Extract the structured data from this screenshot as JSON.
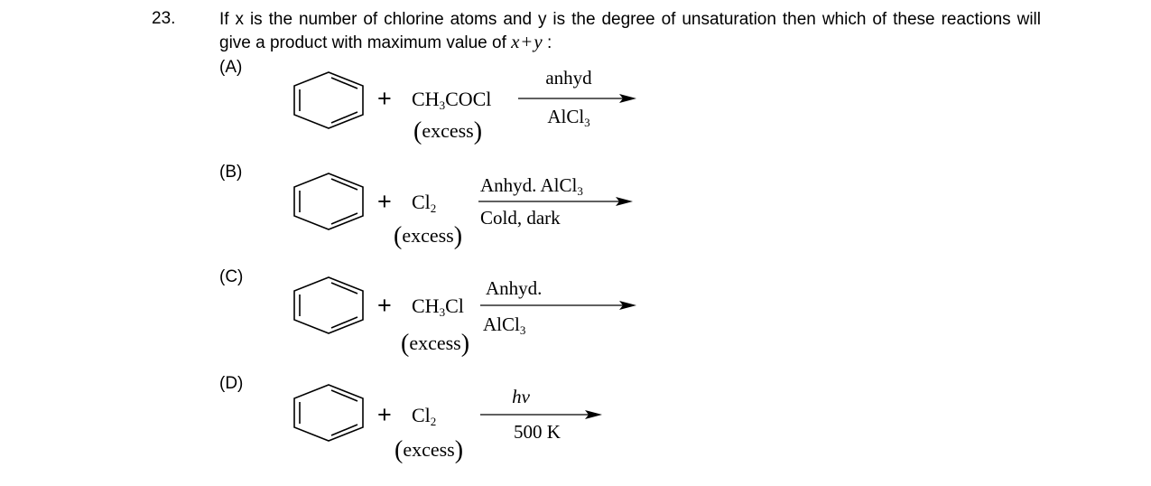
{
  "question": {
    "number": "23.",
    "text_part1": "If x is the number of chlorine atoms and y is the degree of unsaturation then which of these reactions will give a product with maximum value of",
    "expr_x": "x",
    "expr_plus": "+",
    "expr_y": "y",
    "expr_colon": ":"
  },
  "options": [
    {
      "label": "(A)",
      "reagent_main": "CH",
      "reagent_sub": "3",
      "reagent_tail": "COCl",
      "excess": "excess",
      "cond_top": "anhyd",
      "cond_bottom_main": "AlCl",
      "cond_bottom_sub": "3"
    },
    {
      "label": "(B)",
      "reagent_main": "Cl",
      "reagent_sub": "2",
      "excess": "excess",
      "cond_top_main": "Anhyd. AlCl",
      "cond_top_sub": "3",
      "cond_bottom": "Cold, dark"
    },
    {
      "label": "(C)",
      "reagent_main": "CH",
      "reagent_sub": "3",
      "reagent_tail": "Cl",
      "excess": "excess",
      "cond_top": "Anhyd.",
      "cond_bottom_main": "AlCl",
      "cond_bottom_sub": "3"
    },
    {
      "label": "(D)",
      "reagent_main": "Cl",
      "reagent_sub": "2",
      "excess": "excess",
      "cond_top": "hv",
      "cond_bottom": "500 K"
    }
  ],
  "icons": {
    "substrate": "benzene-ring-icon",
    "arrow": "reaction-arrow-icon"
  }
}
